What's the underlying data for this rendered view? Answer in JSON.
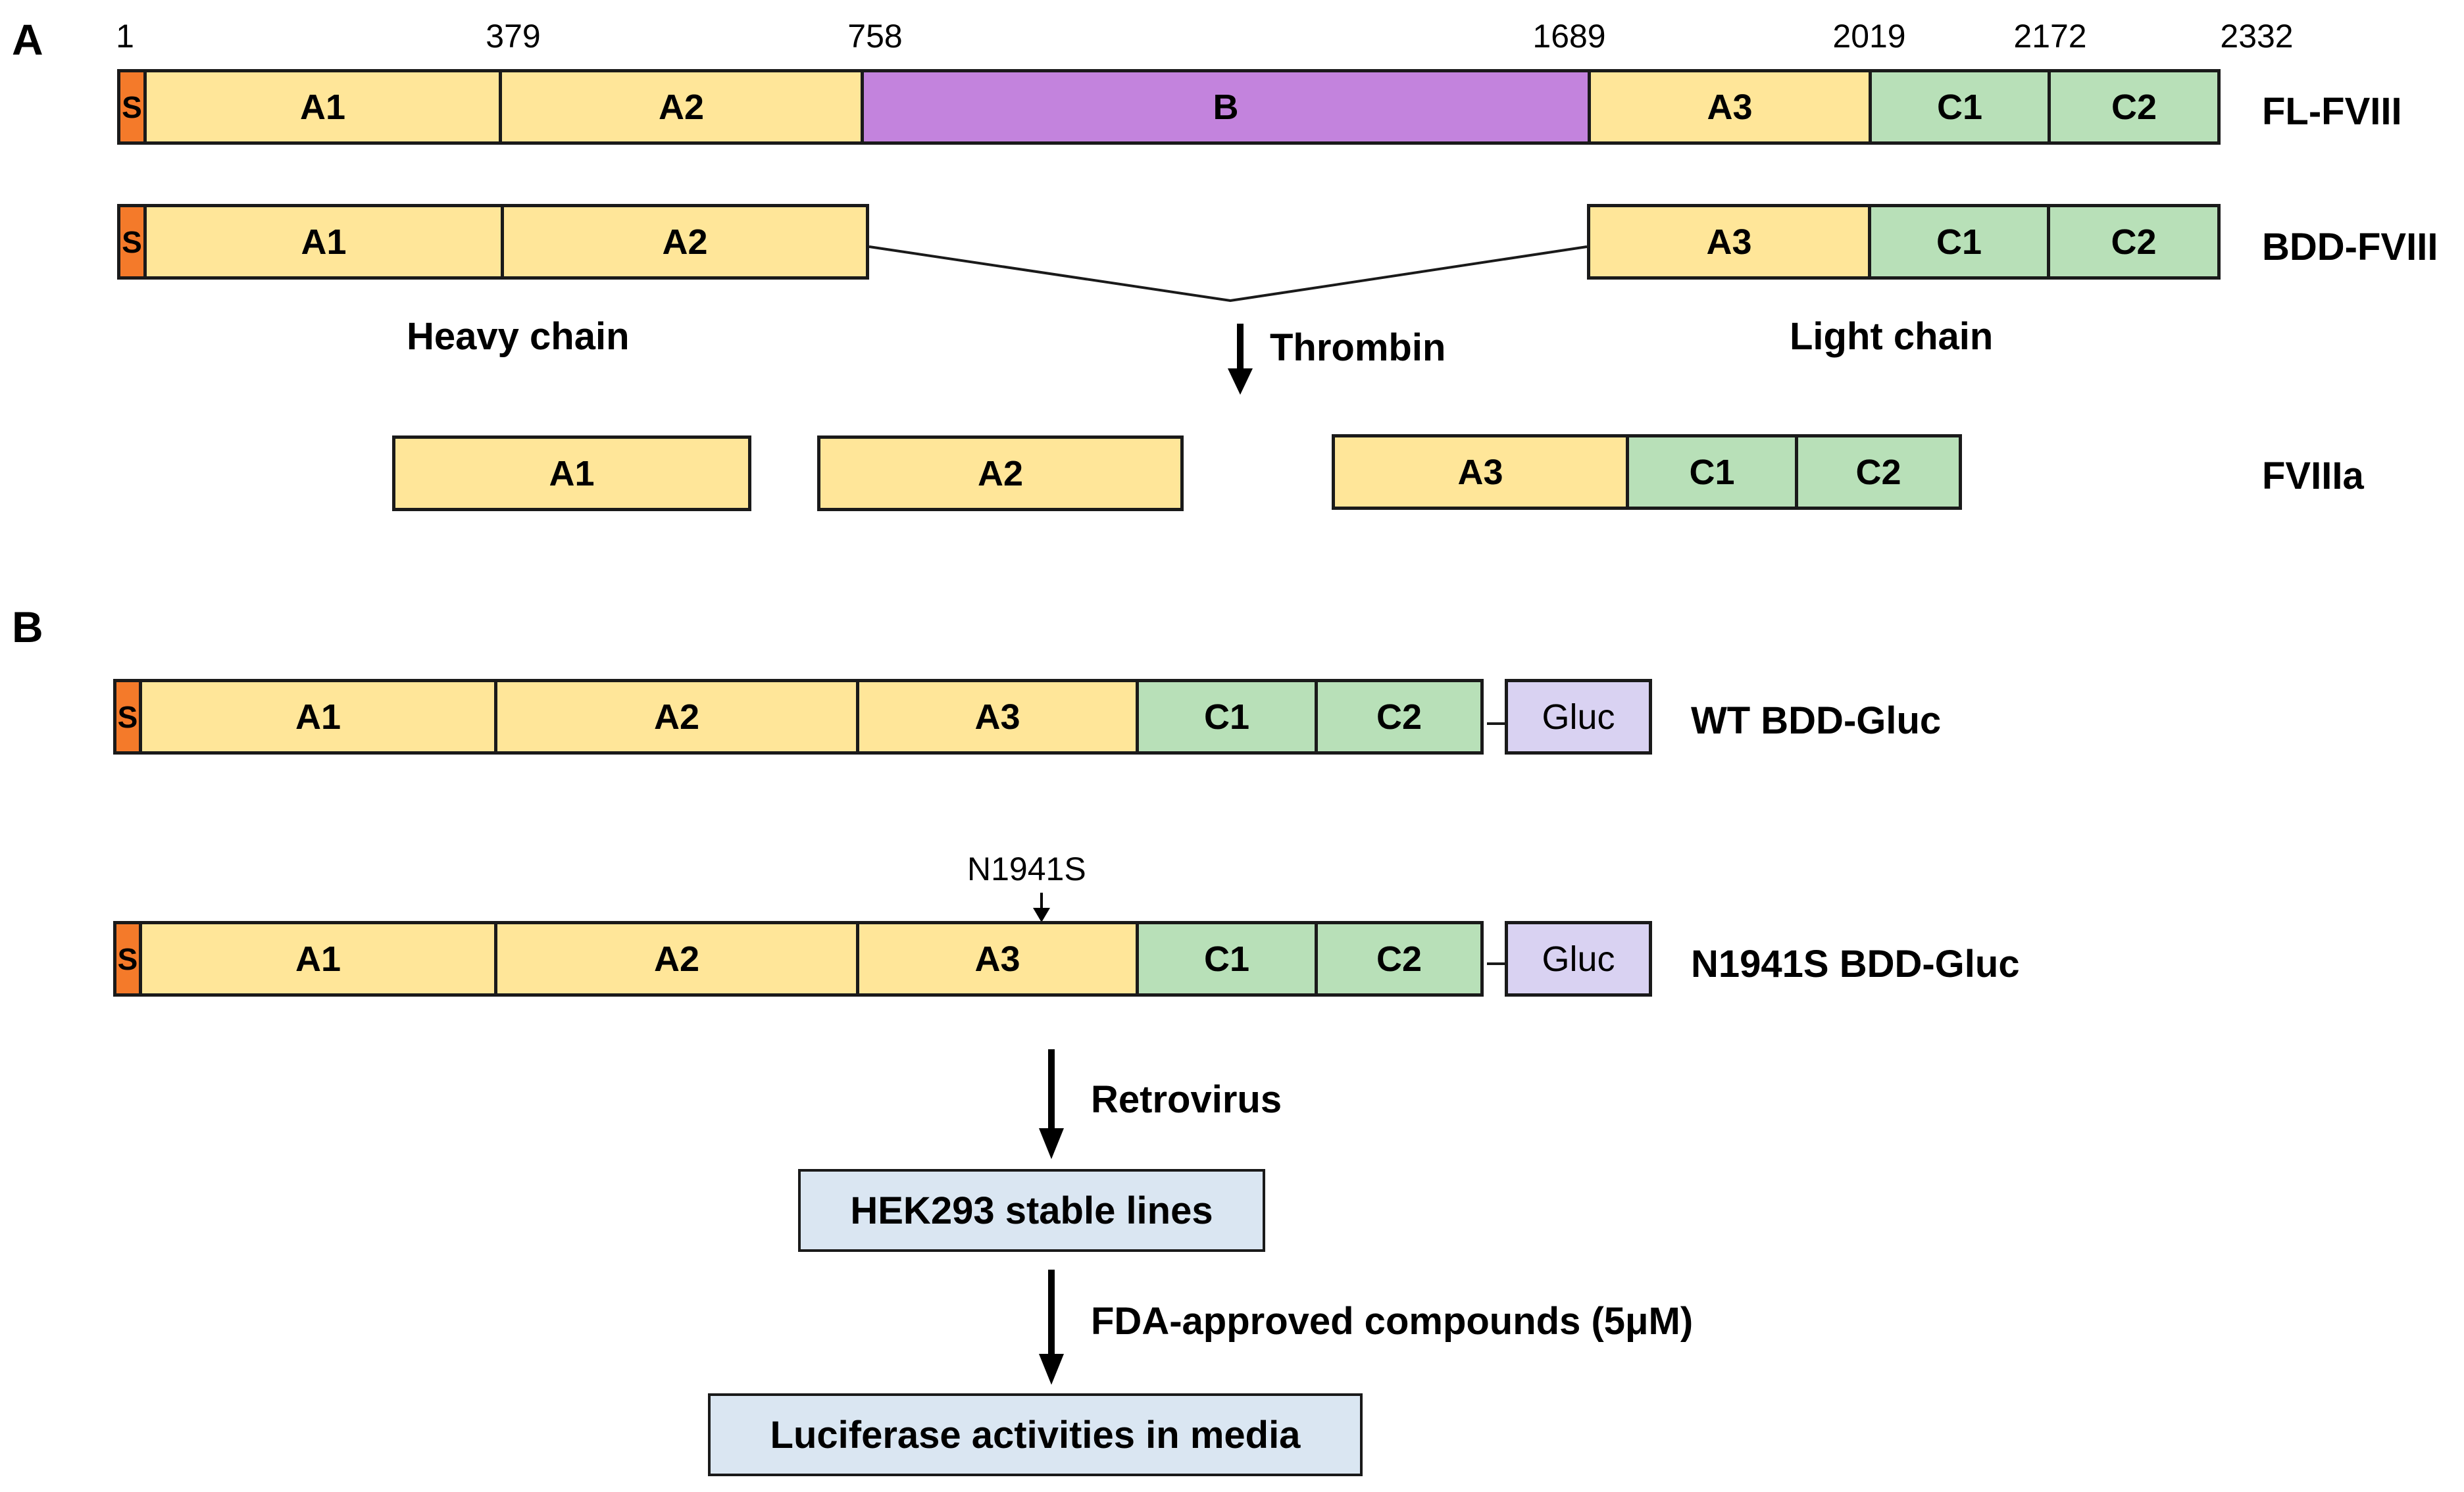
{
  "panel_a": {
    "label": "A",
    "positions": [
      "1",
      "379",
      "758",
      "1689",
      "2019",
      "2172",
      "2332"
    ],
    "fl_fviii": {
      "domains": [
        "S",
        "A1",
        "A2",
        "B",
        "A3",
        "C1",
        "C2"
      ],
      "name": "FL-FVIII"
    },
    "bdd_fviii": {
      "domains": [
        "S",
        "A1",
        "A2",
        "A3",
        "C1",
        "C2"
      ],
      "name": "BDD-FVIII"
    },
    "heavy_chain": "Heavy chain",
    "light_chain": "Light chain",
    "thrombin": "Thrombin",
    "fviiia": {
      "domains": [
        "A1",
        "A2",
        "A3",
        "C1",
        "C2"
      ],
      "name": "FVIIIa"
    }
  },
  "panel_b": {
    "label": "B",
    "wt": {
      "domains": [
        "S",
        "A1",
        "A2",
        "A3",
        "C1",
        "C2"
      ],
      "tag": "Gluc",
      "name": "WT BDD-Gluc"
    },
    "mutant": {
      "domains": [
        "S",
        "A1",
        "A2",
        "A3",
        "C1",
        "C2"
      ],
      "tag": "Gluc",
      "name": "N1941S BDD-Gluc",
      "mutation": "N1941S"
    },
    "steps": {
      "retrovirus": "Retrovirus",
      "hek293": "HEK293 stable lines",
      "compounds": "FDA-approved compounds (5μM)",
      "luciferase": "Luciferase activities in media"
    }
  },
  "colors": {
    "a_domain": "#ffe699",
    "c_domain": "#b8e0b8",
    "b_domain": "#c383dd",
    "signal": "#f47a2a",
    "gluc": "#d9d2f2",
    "step_box": "#dae6f2"
  }
}
